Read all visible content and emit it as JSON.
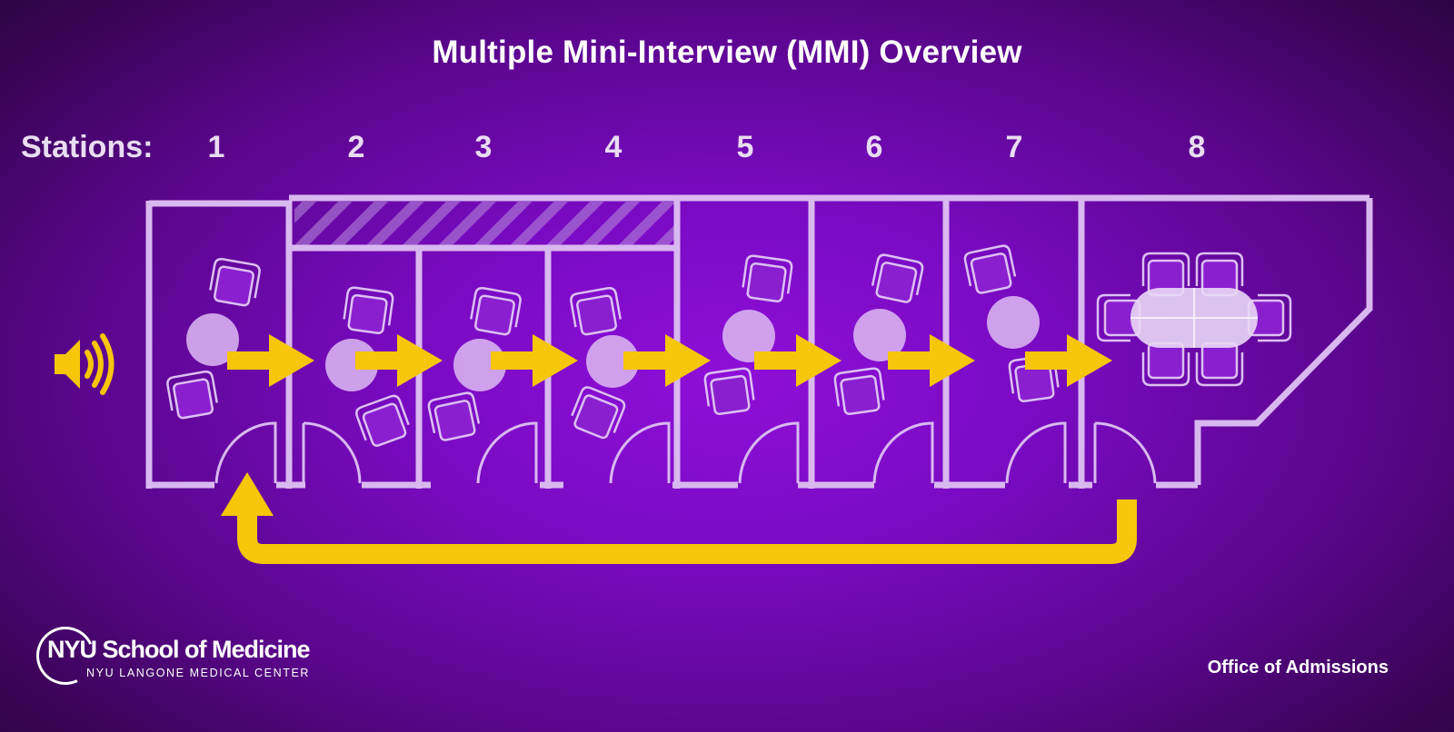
{
  "title": "Multiple Mini-Interview (MMI) Overview",
  "stations": {
    "label": "Stations:",
    "numbers": [
      "1",
      "2",
      "3",
      "4",
      "5",
      "6",
      "7",
      "8"
    ]
  },
  "icons": {
    "speaker": "speaker-sound-icon",
    "chair": "chair-icon",
    "person": "interviewer-icon",
    "arrow": "arrow-right-icon",
    "door": "door-icon",
    "table": "table-icon"
  },
  "colors": {
    "wall": "#d9b8ef",
    "arrow": "#f5c60a",
    "chair_fill": "#8a1fd0",
    "chair_stroke": "#ddbff3",
    "circle": "#d8b0f0"
  },
  "logo": {
    "main": "NYU School of Medicine",
    "sub": "NYU LANGONE MEDICAL CENTER"
  },
  "footer": {
    "office": "Office of Admissions"
  }
}
